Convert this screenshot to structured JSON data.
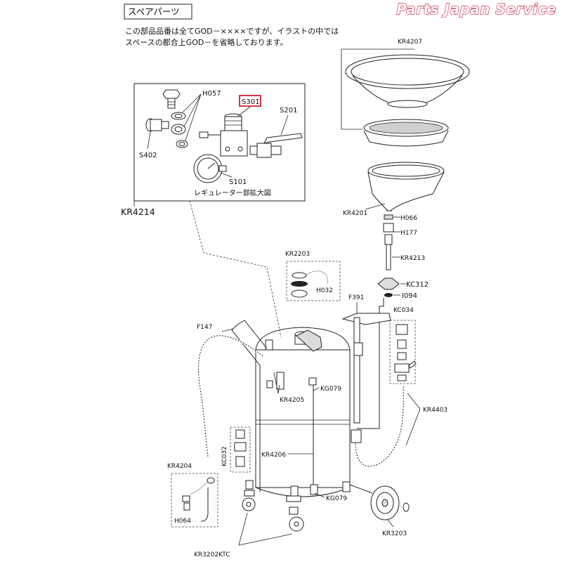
{
  "brand": "Parts Japan Service",
  "header": {
    "section_title": "スペアパーツ",
    "note_line1": "この部品品番は全てGOD－××××ですが、イラストの中では",
    "note_line2": "スペースの都合上GOD－を省略しております。"
  },
  "inset": {
    "caption": "レギュレーター部拡大図",
    "assembly_label": "KR4214",
    "highlighted_part": "S301",
    "parts": [
      "H057",
      "S201",
      "S402",
      "S101"
    ]
  },
  "labels": {
    "kr4207": "KR4207",
    "kr4201": "KR4201",
    "h066": "H066",
    "h177": "H177",
    "kr4213": "KR4213",
    "kc312": "KC312",
    "i094": "I094",
    "kc034": "KC034",
    "f391": "F391",
    "kr2203": "KR2203",
    "h032": "H032",
    "f147": "F147",
    "kr4205": "KR4205",
    "kg079_top": "KG079",
    "kr4403": "KR4403",
    "kc032": "KC032",
    "kr4206": "KR4206",
    "kr4204": "KR4204",
    "h064": "H064",
    "kg079_bottom": "KG079",
    "kr3203": "KR3203",
    "kr3202ktc": "KR3202KTC"
  },
  "colors": {
    "highlight": "#d0021b",
    "brand_outline": "#c8102e"
  }
}
